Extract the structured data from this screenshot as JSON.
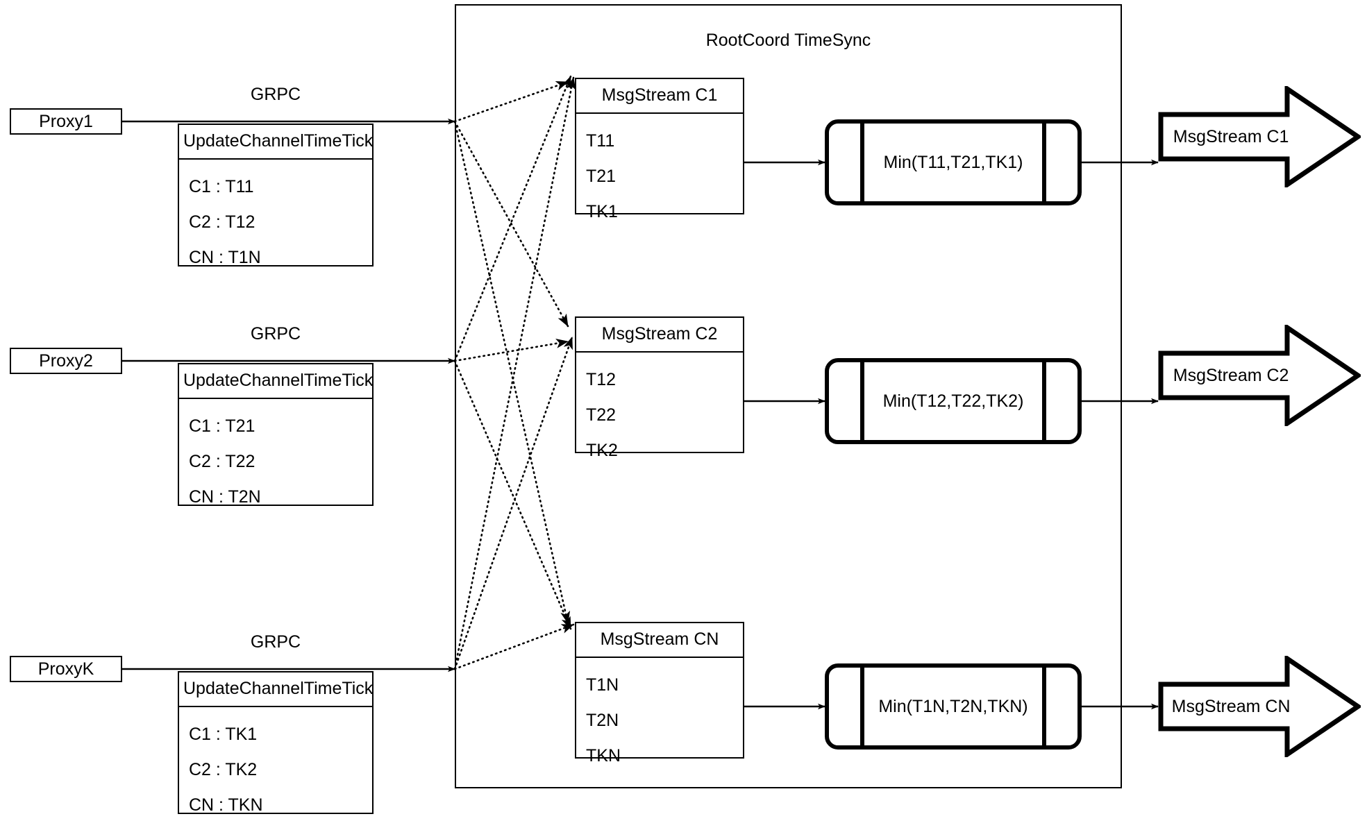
{
  "container": {
    "title": "RootCoord TimeSync"
  },
  "rows": [
    {
      "proxy_label": "Proxy1",
      "grpc_label": "GRPC",
      "tick_header": "UpdateChannelTimeTick",
      "tick_rows": [
        "C1 :  T11",
        "C2 :  T12",
        "CN : T1N"
      ],
      "msgstream_header": "MsgStream C1",
      "msgstream_rows": [
        "T11",
        "T21",
        "TK1"
      ],
      "min_label": "Min(T11,T21,TK1)",
      "output_label": "MsgStream C1"
    },
    {
      "proxy_label": "Proxy2",
      "grpc_label": "GRPC",
      "tick_header": "UpdateChannelTimeTick",
      "tick_rows": [
        "C1 :  T21",
        "C2 :  T22",
        "CN : T2N"
      ],
      "msgstream_header": "MsgStream C2",
      "msgstream_rows": [
        "T12",
        "T22",
        "TK2"
      ],
      "min_label": "Min(T12,T22,TK2)",
      "output_label": "MsgStream C2"
    },
    {
      "proxy_label": "ProxyK",
      "grpc_label": "GRPC",
      "tick_header": "UpdateChannelTimeTick",
      "tick_rows": [
        "C1 :  TK1",
        "C2 :  TK2",
        "CN : TKN"
      ],
      "msgstream_header": "MsgStream CN",
      "msgstream_rows": [
        "T1N",
        "T2N",
        "TKN"
      ],
      "min_label": "Min(T1N,T2N,TKN)",
      "output_label": "MsgStream CN"
    }
  ],
  "colors": {
    "stroke": "#000000",
    "fill": "#ffffff"
  }
}
